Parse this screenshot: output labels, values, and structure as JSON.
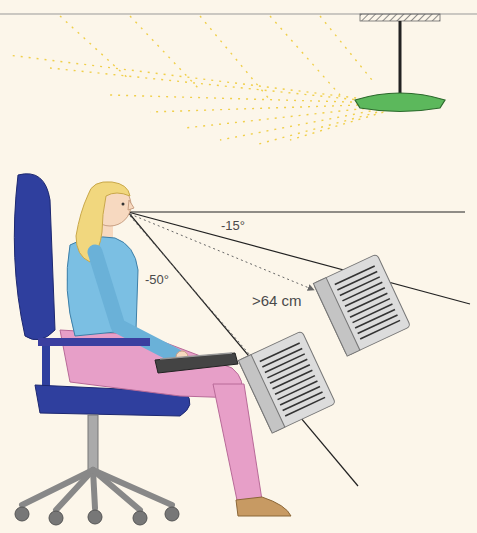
{
  "diagram": {
    "labels": [
      "-15°",
      "-50°",
      ">64 cm"
    ]
  }
}
